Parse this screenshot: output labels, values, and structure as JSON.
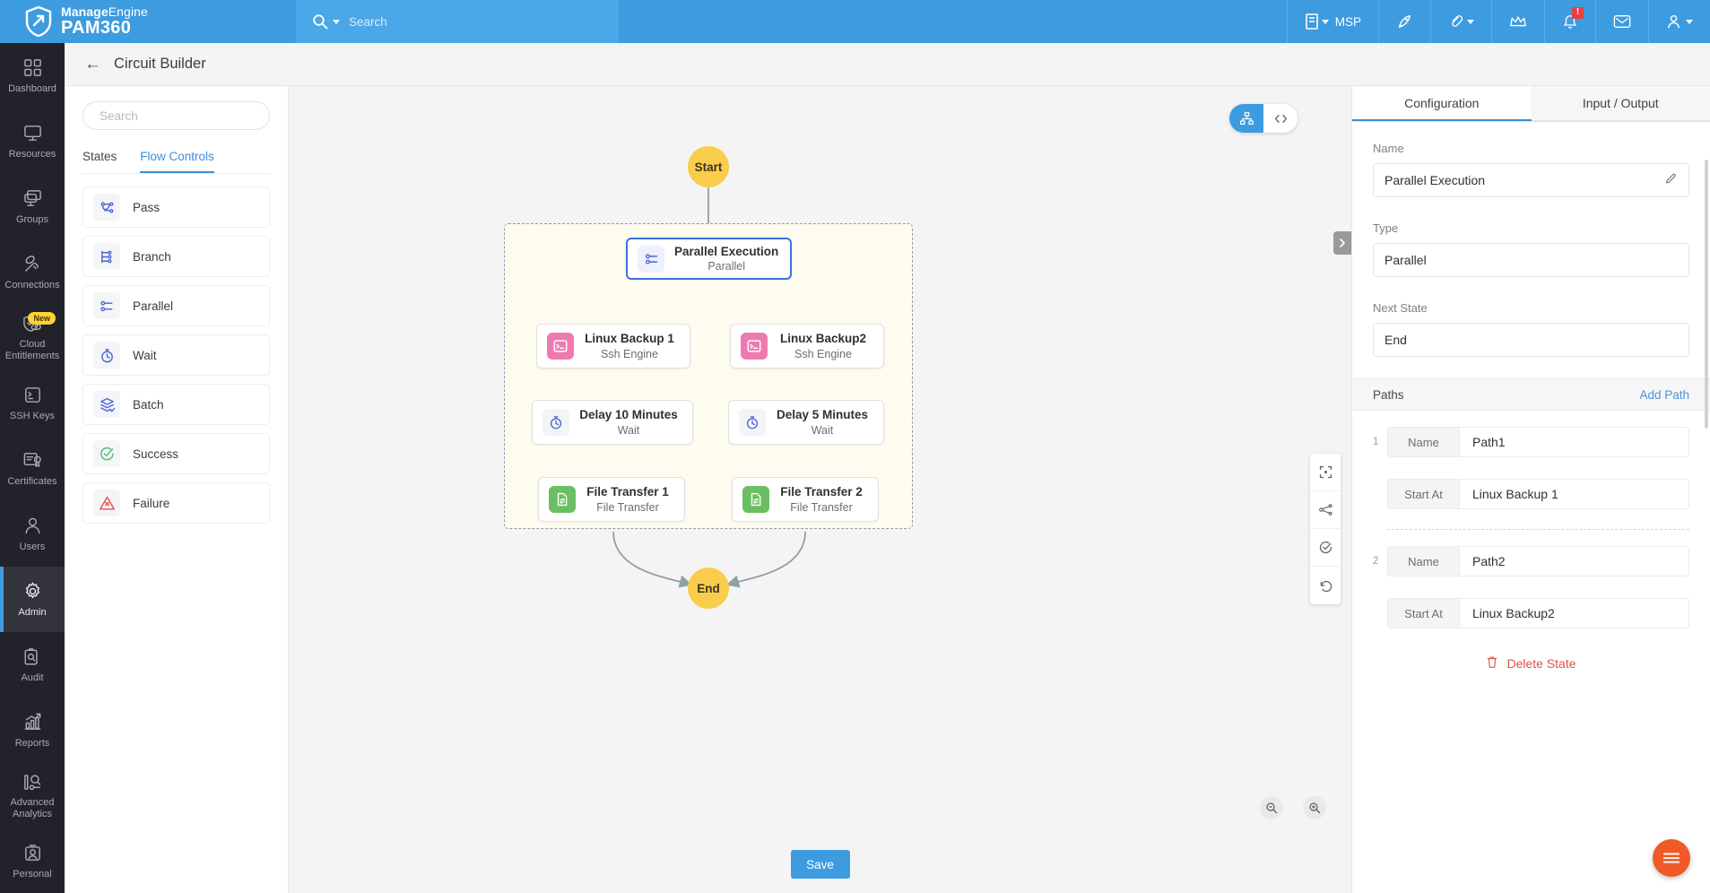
{
  "topbar": {
    "brand_top_bold": "Manage",
    "brand_top_light": "Engine",
    "brand_bottom": "PAM360",
    "search_placeholder": "Search",
    "msp_label": "MSP",
    "notification_badge": "!",
    "icons": [
      "building-icon",
      "rocket-icon",
      "link-icon",
      "crown-icon",
      "bell-icon",
      "envelope-icon",
      "user-icon"
    ]
  },
  "rail": {
    "items": [
      {
        "label": "Dashboard",
        "icon": "grid-icon",
        "active": false,
        "badge": ""
      },
      {
        "label": "Resources",
        "icon": "monitor-icon",
        "active": false,
        "badge": ""
      },
      {
        "label": "Groups",
        "icon": "monitors-icon",
        "active": false,
        "badge": ""
      },
      {
        "label": "Connections",
        "icon": "satellite-icon",
        "active": false,
        "badge": ""
      },
      {
        "label": "Cloud Entitlements",
        "icon": "shield-cloud-icon",
        "active": false,
        "badge": "New"
      },
      {
        "label": "SSH Keys",
        "icon": "ssh-terminal-icon",
        "active": false,
        "badge": ""
      },
      {
        "label": "Certificates",
        "icon": "certificate-icon",
        "active": false,
        "badge": ""
      },
      {
        "label": "Users",
        "icon": "person-icon",
        "active": false,
        "badge": ""
      },
      {
        "label": "Admin",
        "icon": "gear-icon",
        "active": true,
        "badge": ""
      },
      {
        "label": "Audit",
        "icon": "clipboard-search-icon",
        "active": false,
        "badge": ""
      },
      {
        "label": "Reports",
        "icon": "chart-up-icon",
        "active": false,
        "badge": ""
      },
      {
        "label": "Advanced Analytics",
        "icon": "analytics-icon",
        "active": false,
        "badge": ""
      },
      {
        "label": "Personal",
        "icon": "badge-person-icon",
        "active": false,
        "badge": ""
      }
    ]
  },
  "page": {
    "title": "Circuit Builder",
    "back_icon": "arrow-left-icon"
  },
  "palette": {
    "search_placeholder": "Search",
    "tabs": [
      {
        "label": "States",
        "active": false
      },
      {
        "label": "Flow Controls",
        "active": true
      }
    ],
    "items": [
      {
        "label": "Pass",
        "icon": "pass-route-icon"
      },
      {
        "label": "Branch",
        "icon": "branch-icon"
      },
      {
        "label": "Parallel",
        "icon": "parallel-sliders-icon"
      },
      {
        "label": "Wait",
        "icon": "stopwatch-icon"
      },
      {
        "label": "Batch",
        "icon": "layers-check-icon"
      },
      {
        "label": "Success",
        "icon": "success-check-icon"
      },
      {
        "label": "Failure",
        "icon": "failure-warning-icon"
      }
    ]
  },
  "canvas": {
    "view_toggle": [
      {
        "icon": "hierarchy-icon",
        "active": true
      },
      {
        "icon": "code-icon",
        "active": false
      }
    ],
    "side_tools": [
      "fit-to-screen-icon",
      "layout-graph-icon",
      "validate-check-icon",
      "undo-icon"
    ],
    "zoom_out_icon": "zoom-out-icon",
    "zoom_in_icon": "zoom-in-icon",
    "panel-handle-icon": "chevron-right-icon",
    "start_label": "Start",
    "end_label": "End",
    "nodes": [
      {
        "title": "Parallel Execution",
        "subtitle": "Parallel",
        "icon": "parallel-sliders-icon",
        "color": "#eef0fb",
        "selected": true
      },
      {
        "title": "Linux Backup 1",
        "subtitle": "Ssh Engine",
        "icon": "ssh-terminal-icon",
        "color": "#ef7ab0",
        "selected": false
      },
      {
        "title": "Linux Backup2",
        "subtitle": "Ssh Engine",
        "icon": "ssh-terminal-icon",
        "color": "#ef7ab0",
        "selected": false
      },
      {
        "title": "Delay 10 Minutes",
        "subtitle": "Wait",
        "icon": "stopwatch-icon",
        "color": "#f3f4f6",
        "selected": false
      },
      {
        "title": "Delay 5 Minutes",
        "subtitle": "Wait",
        "icon": "stopwatch-icon",
        "color": "#f3f4f6",
        "selected": false
      },
      {
        "title": "File Transfer 1",
        "subtitle": "File Transfer",
        "icon": "file-transfer-icon",
        "color": "#6cbe63",
        "selected": false
      },
      {
        "title": "File Transfer 2",
        "subtitle": "File Transfer",
        "icon": "file-transfer-icon",
        "color": "#6cbe63",
        "selected": false
      }
    ]
  },
  "rightpanel": {
    "tabs": [
      {
        "label": "Configuration",
        "active": true
      },
      {
        "label": "Input / Output",
        "active": false
      }
    ],
    "name_label": "Name",
    "name_value": "Parallel Execution",
    "edit_icon": "pencil-icon",
    "type_label": "Type",
    "type_value": "Parallel",
    "next_state_label": "Next State",
    "next_state_value": "End",
    "paths_label": "Paths",
    "add_path_label": "Add Path",
    "paths": [
      {
        "num": "1",
        "name_key": "Name",
        "name_value": "Path1",
        "start_key": "Start At",
        "start_value": "Linux Backup 1"
      },
      {
        "num": "2",
        "name_key": "Name",
        "name_value": "Path2",
        "start_key": "Start At",
        "start_value": "Linux Backup2"
      }
    ],
    "delete_label": "Delete State",
    "delete_icon": "trash-icon"
  },
  "footer": {
    "save_label": "Save",
    "fab_icon": "menu-icon"
  },
  "colors": {
    "brand": "#3d9ce0",
    "accent": "#4a90d9",
    "danger": "#e0524c",
    "start_end": "#f9cd4b"
  }
}
